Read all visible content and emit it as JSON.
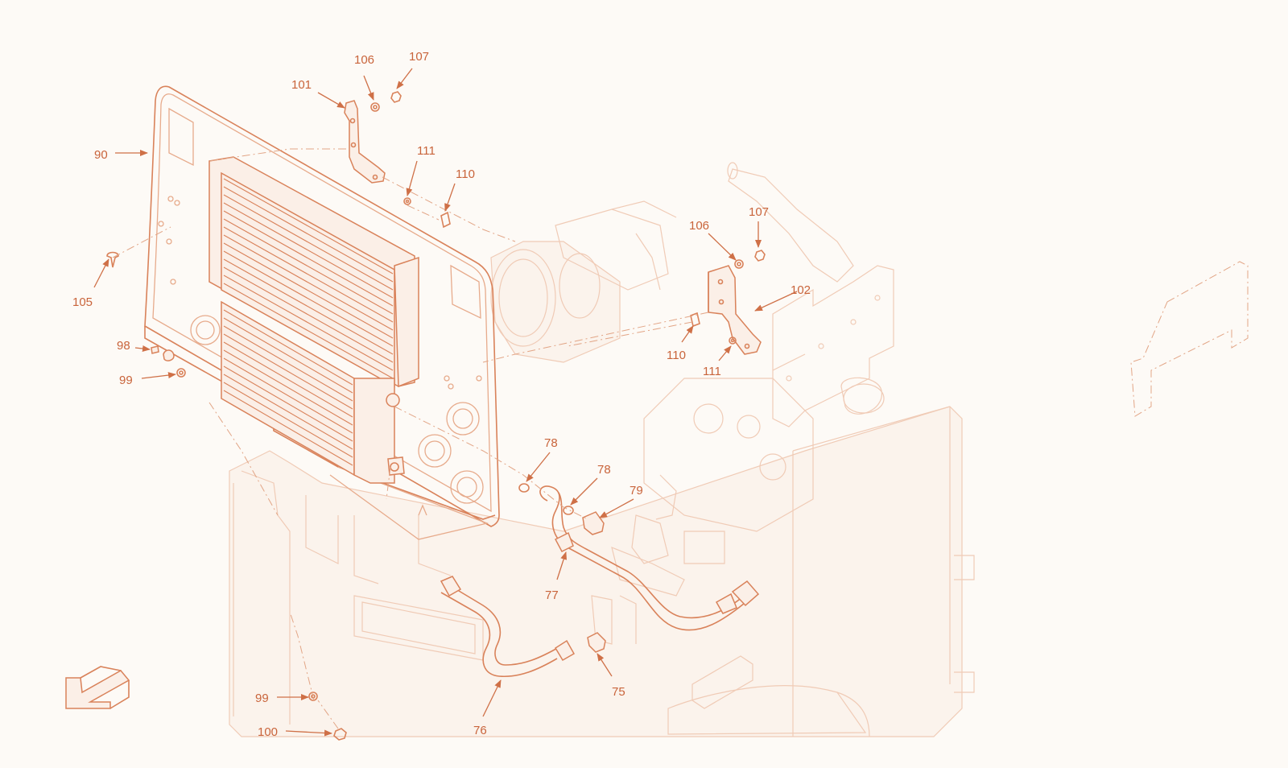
{
  "callouts": [
    {
      "label": "106"
    },
    {
      "label": "107"
    },
    {
      "label": "101"
    },
    {
      "label": "90"
    },
    {
      "label": "111"
    },
    {
      "label": "110"
    },
    {
      "label": "105"
    },
    {
      "label": "98"
    },
    {
      "label": "99"
    },
    {
      "label": "106"
    },
    {
      "label": "107"
    },
    {
      "label": "102"
    },
    {
      "label": "110"
    },
    {
      "label": "111"
    },
    {
      "label": "78"
    },
    {
      "label": "78"
    },
    {
      "label": "79"
    },
    {
      "label": "77"
    },
    {
      "label": "75"
    },
    {
      "label": "76"
    },
    {
      "label": "99"
    },
    {
      "label": "100"
    }
  ],
  "colors": {
    "line_strong": "#d9825a",
    "line_faint": "#f0cbb6",
    "callout_text": "#c9643b",
    "background": "#fdfaf6"
  },
  "icons": {
    "orientation_arrow": "front-direction-arrow-icon"
  }
}
